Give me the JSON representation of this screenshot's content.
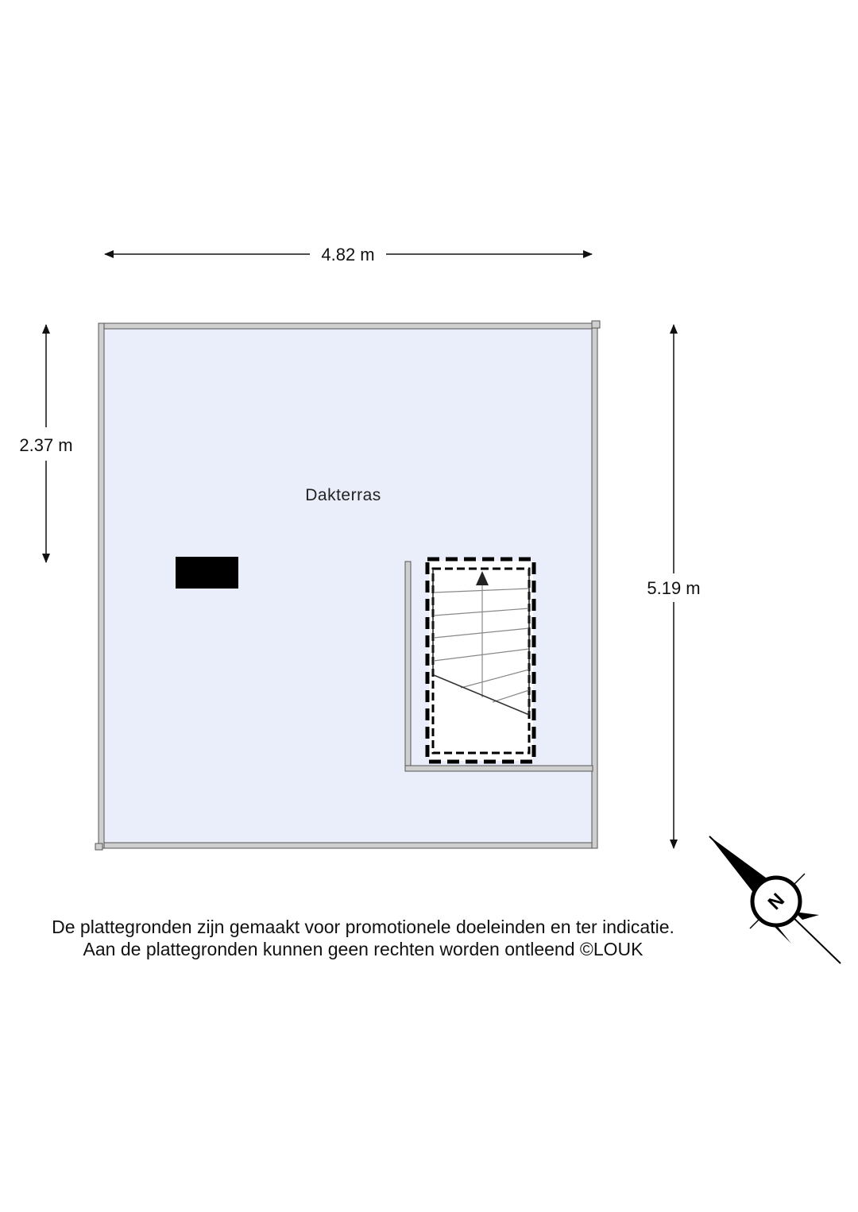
{
  "dimensions": {
    "width": "4.82 m",
    "height_partial": "2.37 m",
    "height_total": "5.19 m"
  },
  "rooms": [
    {
      "label": "Dakterras"
    }
  ],
  "compass": {
    "letter": "N"
  },
  "disclaimer": {
    "line1": "De plattegronden zijn gemaakt voor promotionele doeleinden en ter indicatie.",
    "line2": "Aan de plattegronden kunnen geen rechten worden ontleend ©LOUK"
  },
  "colors": {
    "floor": "#e9eefa",
    "wall": "#c9c9c9",
    "line": "#111111"
  }
}
